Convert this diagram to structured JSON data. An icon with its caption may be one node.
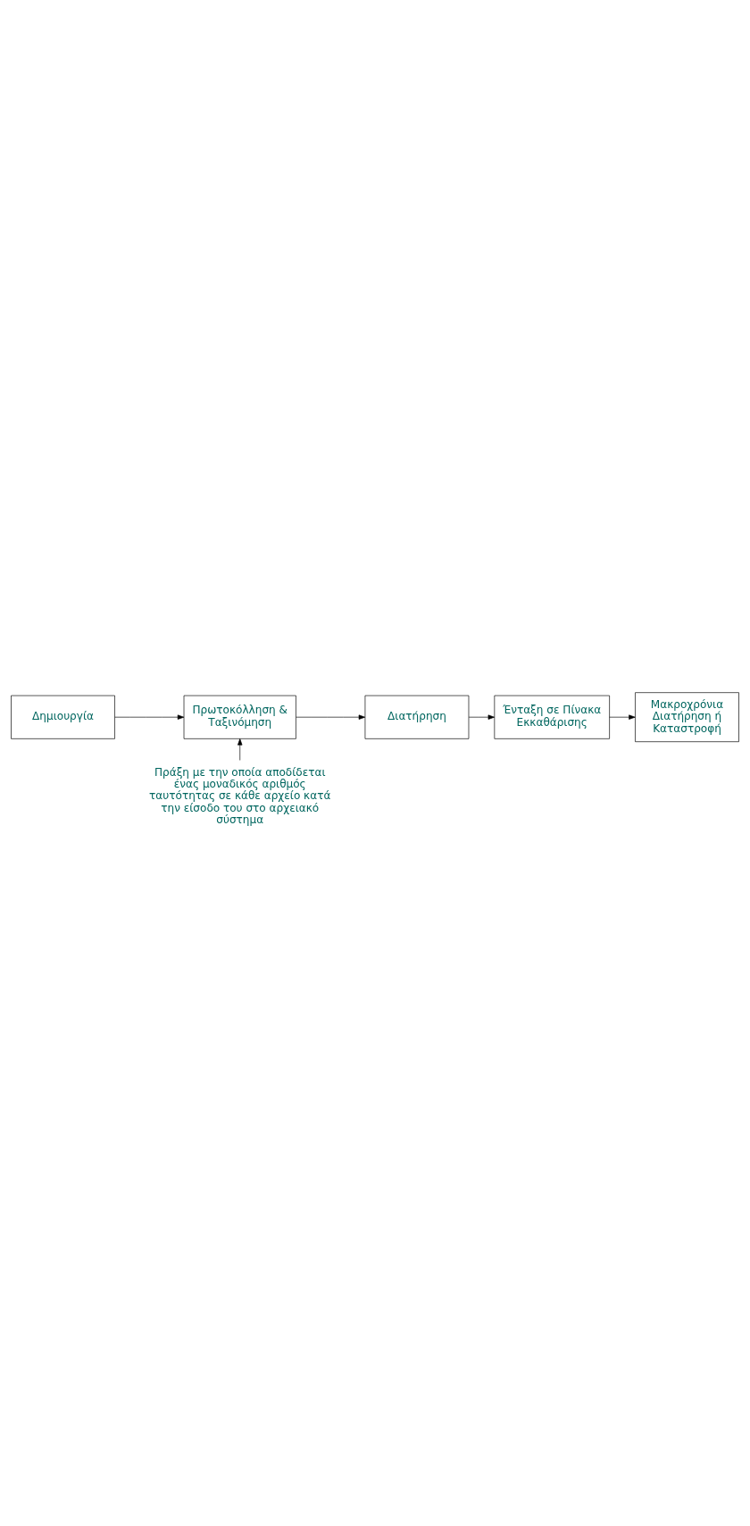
{
  "diagram": {
    "nodes": [
      {
        "text": [
          "Δημιουργία"
        ]
      },
      {
        "text": [
          "Πρωτοκόλληση & Ταξινόμηση"
        ]
      },
      {
        "text": [
          "Ένταξη σε Πίνακα Εκκαθάρισης"
        ]
      },
      {
        "text": [
          "Μακροχρόνια Διατήρηση ή Καταστροφή"
        ]
      },
      {
        "text": [
          "Διατήρηση"
        ]
      },
      {
        "text": [
          "Πράξη με την οποία αποδίδεται ένας μοναδικός αριθμός ταυτότητας σε κάθε αρχείο κατά την είσοδο του στο αρχειακό σύστημα"
        ]
      }
    ],
    "edges": [
      {
        "from": 0,
        "to": 1,
        "arrow": "to"
      },
      {
        "from": 1,
        "to": 4,
        "arrow": "to"
      },
      {
        "from": 4,
        "to": 2,
        "arrow": "to"
      },
      {
        "from": 2,
        "to": 3,
        "arrow": "to"
      },
      {
        "from": 5,
        "to": 1,
        "arrow": "to"
      }
    ]
  }
}
